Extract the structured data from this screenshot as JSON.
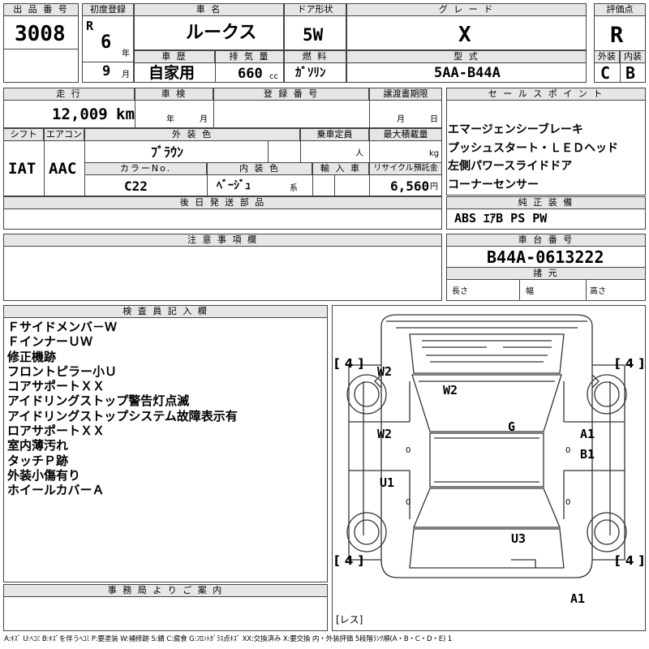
{
  "headers": {
    "lot_no": "出 品 番 号",
    "first_reg": "初度登録",
    "car_name": "車 名",
    "door": "ドア形状",
    "grade": "グ レ ー ド",
    "rating": "評価点",
    "history": "車 歴",
    "displacement": "排 気 量",
    "fuel": "燃 料",
    "model": "型 式",
    "exterior": "外装",
    "interior": "内装",
    "mileage": "走 行",
    "inspection": "車 検",
    "reg_no": "登 録 番 号",
    "transfer_doc": "譲渡書期限",
    "sales_point": "セ ー ル ス ポ イ ン ト",
    "shift": "シフト",
    "ac": "エアコン",
    "color": "外 装 色",
    "capacity": "乗車定員",
    "max_load": "最大積載量",
    "color_no": "カラーNo.",
    "int_color": "内 装 色",
    "import": "輸 入 車",
    "recycle": "リサイクル預託金",
    "later_parts": "後 日 発 送 部 品",
    "equipment": "純 正 装 備",
    "notes": "注 意 事 項 欄",
    "chassis": "車 台 番 号",
    "specs": "諸 元",
    "inspector": "検 査 員 記 入 欄",
    "office": "事 務 局 よ り ご 案 内"
  },
  "lot_no": "3008",
  "era": "R",
  "year": "6",
  "year_unit": "年",
  "month": "9",
  "month_unit": "月",
  "car_name": "ルークス",
  "door": "5W",
  "grade": "X",
  "rating": "R",
  "history": "自家用",
  "displacement": "660",
  "displacement_unit": "cc",
  "fuel": "ｶﾞｿﾘﾝ",
  "model": "5AA-B44A",
  "exterior_score": "C",
  "interior_score": "B",
  "mileage": "12,009",
  "mileage_unit": "km",
  "inspection_year": "年",
  "inspection_month": "月",
  "transfer_month": "月",
  "transfer_day": "日",
  "shift": "IAT",
  "ac": "AAC",
  "color": "ﾌﾞﾗｳﾝ",
  "capacity_unit": "人",
  "load_unit": "kg",
  "color_no": "C22",
  "int_color": "ﾍﾞｰｼﾞｭ",
  "int_color_suffix": "系",
  "recycle": "6,560",
  "recycle_unit": "円",
  "sales_points": [
    "エマージェンシーブレーキ",
    "プッシュスタート・ＬＥＤヘッド",
    "左側パワースライドドア",
    "コーナーセンサー"
  ],
  "equipment": "ABS ｴｱB PS PW",
  "chassis_no": "B44A-0613222",
  "spec_length": "長さ",
  "spec_width": "幅",
  "spec_height": "高さ",
  "inspector_notes": [
    "Ｆサイドメンバ－Ｗ",
    "ＦインナーＵＷ",
    "修正機跡",
    "フロントピラー小Ｕ",
    "コアサポートＸＸ",
    "アイドリングストップ警告灯点滅",
    "アイドリングストップシステム故障表示有",
    "ロアサポートＸＸ",
    "室内薄汚れ",
    "タッチＰ跡",
    "外装小傷有り",
    "ホイールカバーＡ"
  ],
  "diagram": {
    "tire_fl": "4",
    "tire_fr": "4",
    "tire_rl": "4",
    "tire_rr": "4",
    "bracket_open": "[",
    "bracket_close": "]",
    "spare": "[レス]",
    "marks": [
      "W2",
      "W2",
      "W2",
      "G",
      "A1",
      "B1",
      "U1",
      "U3",
      "A1"
    ],
    "zero": "0"
  },
  "legend": "A:ｷｽﾞ U:ﾍｺﾐ B:ｷｽﾞを伴うﾍｺﾐ P:要塗装 W:補修跡 S:錆 C:腐食 G:ﾌﾛﾝﾄｶﾞﾗｽ点ｷｽﾞ XX:交換済み X:要交換 内・外装評価 5段階ﾗﾝｸ順(A・B・C・D・E) 1"
}
